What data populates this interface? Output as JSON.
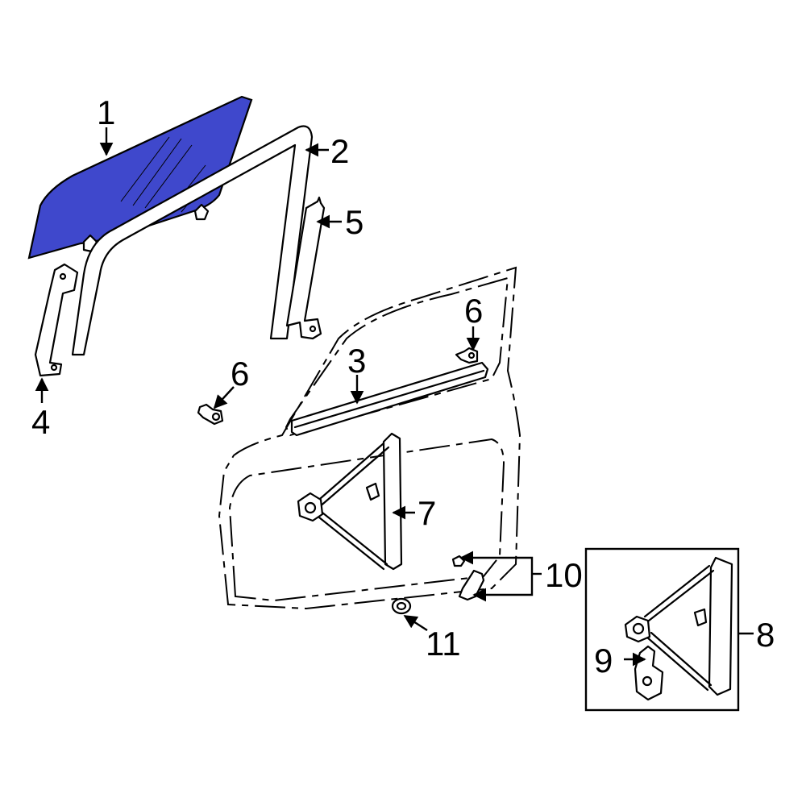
{
  "colors": {
    "glass_fill": "#3f48cc",
    "line": "#000000",
    "background": "#ffffff"
  },
  "callouts": [
    {
      "number": "1"
    },
    {
      "number": "2"
    },
    {
      "number": "3"
    },
    {
      "number": "4"
    },
    {
      "number": "5"
    },
    {
      "number": "6"
    },
    {
      "number": "6"
    },
    {
      "number": "7"
    },
    {
      "number": "8"
    },
    {
      "number": "9"
    },
    {
      "number": "10"
    },
    {
      "number": "11"
    }
  ]
}
